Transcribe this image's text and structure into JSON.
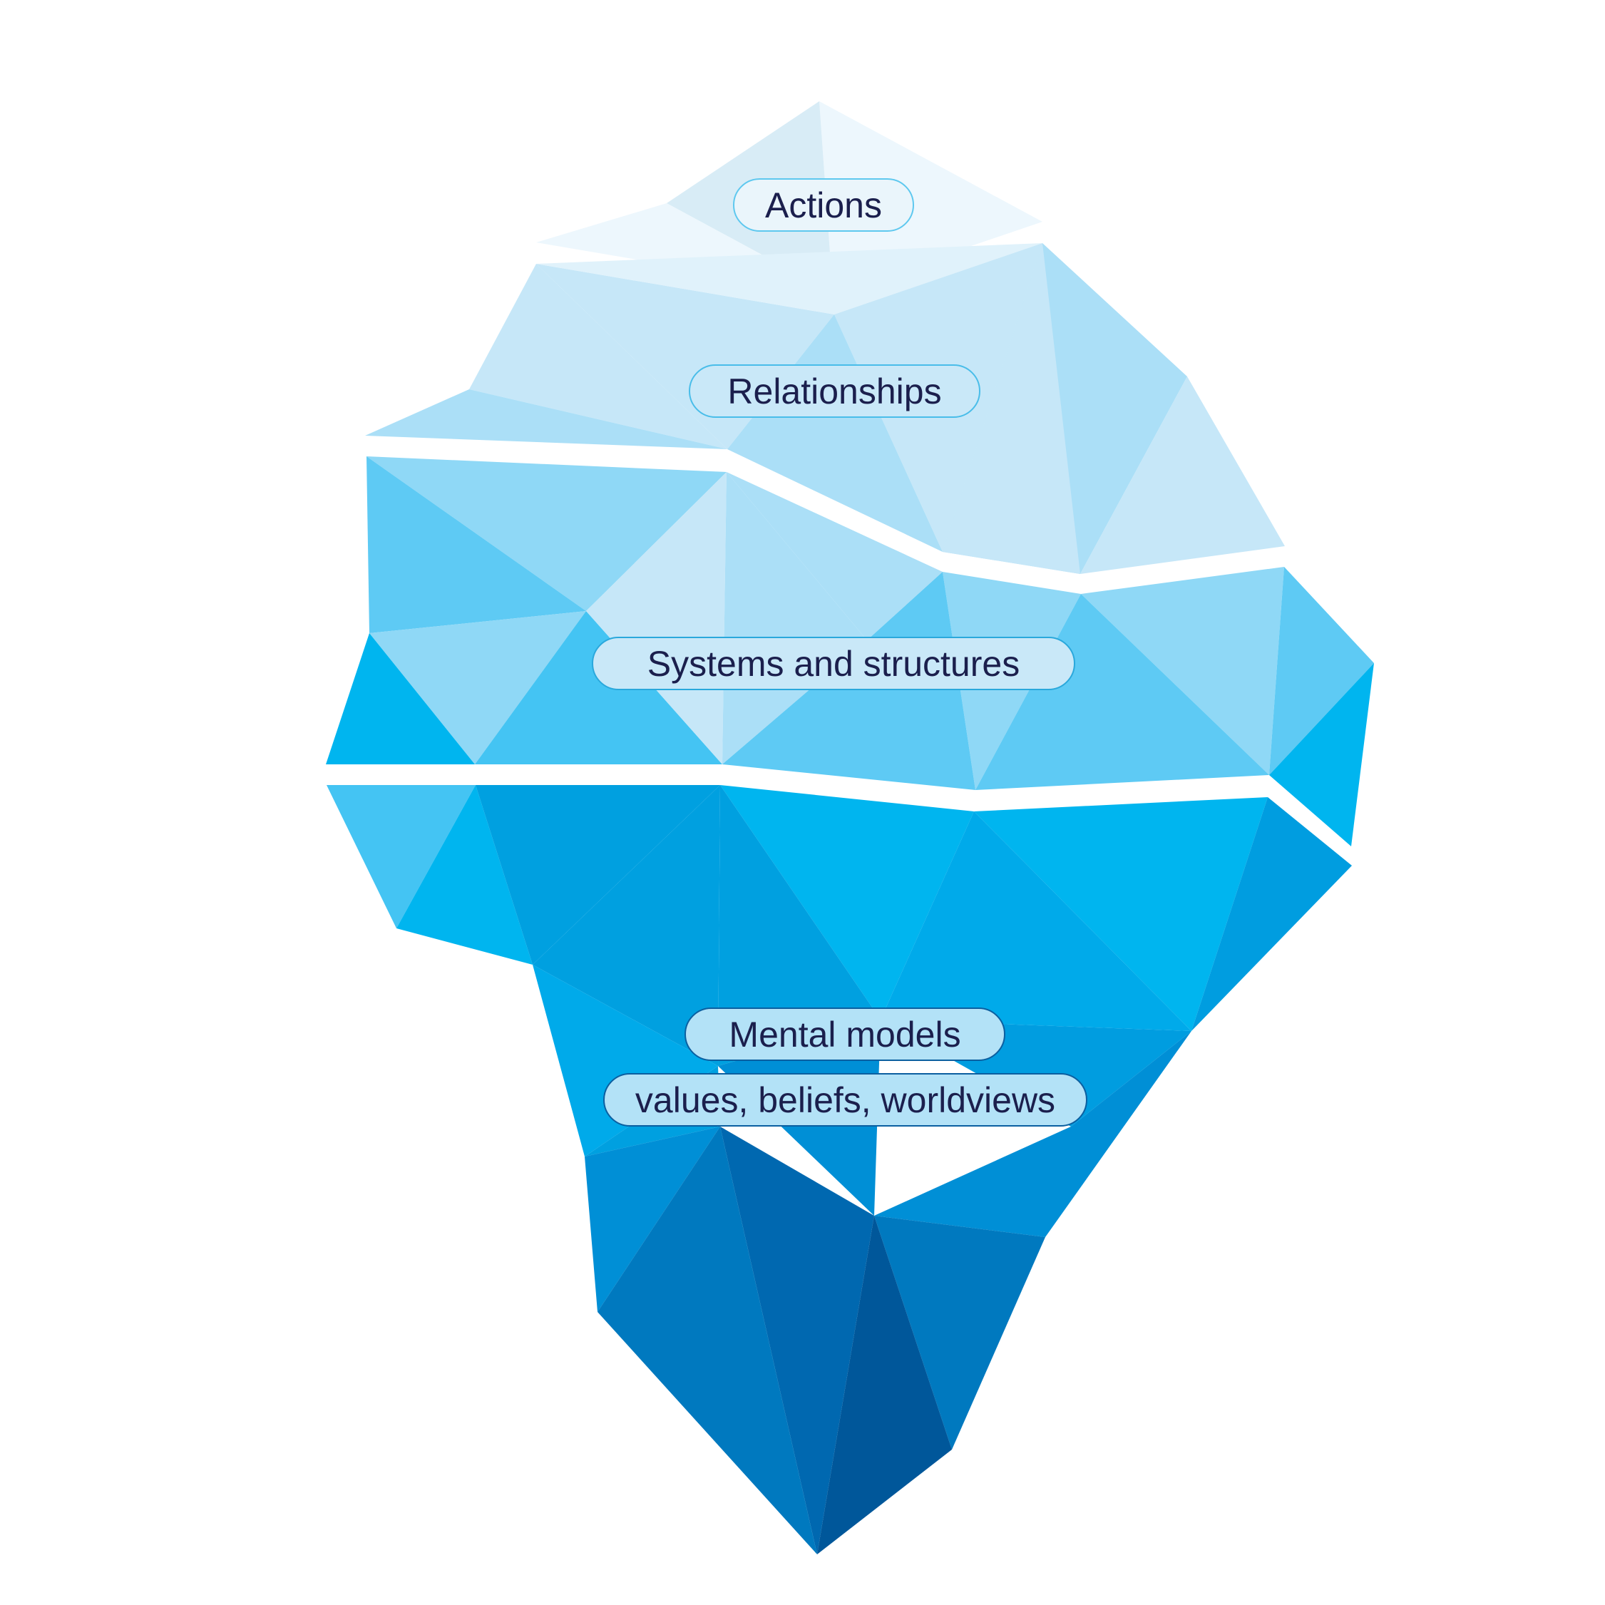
{
  "layers": {
    "actions": "Actions",
    "relationships": "Relationships",
    "systems": "Systems and structures",
    "mental_models": "Mental models",
    "mental_models_detail": "values, beliefs, worldviews"
  },
  "colors": {
    "background": "#ffffff",
    "text": "#1b1f4d",
    "tip_light": "#edf7fd",
    "layer2": "#c6e7f8",
    "layer3": "#5ecaf4",
    "layer4": "#00a7e8",
    "deep": "#0079bf",
    "deepest": "#00579a"
  }
}
